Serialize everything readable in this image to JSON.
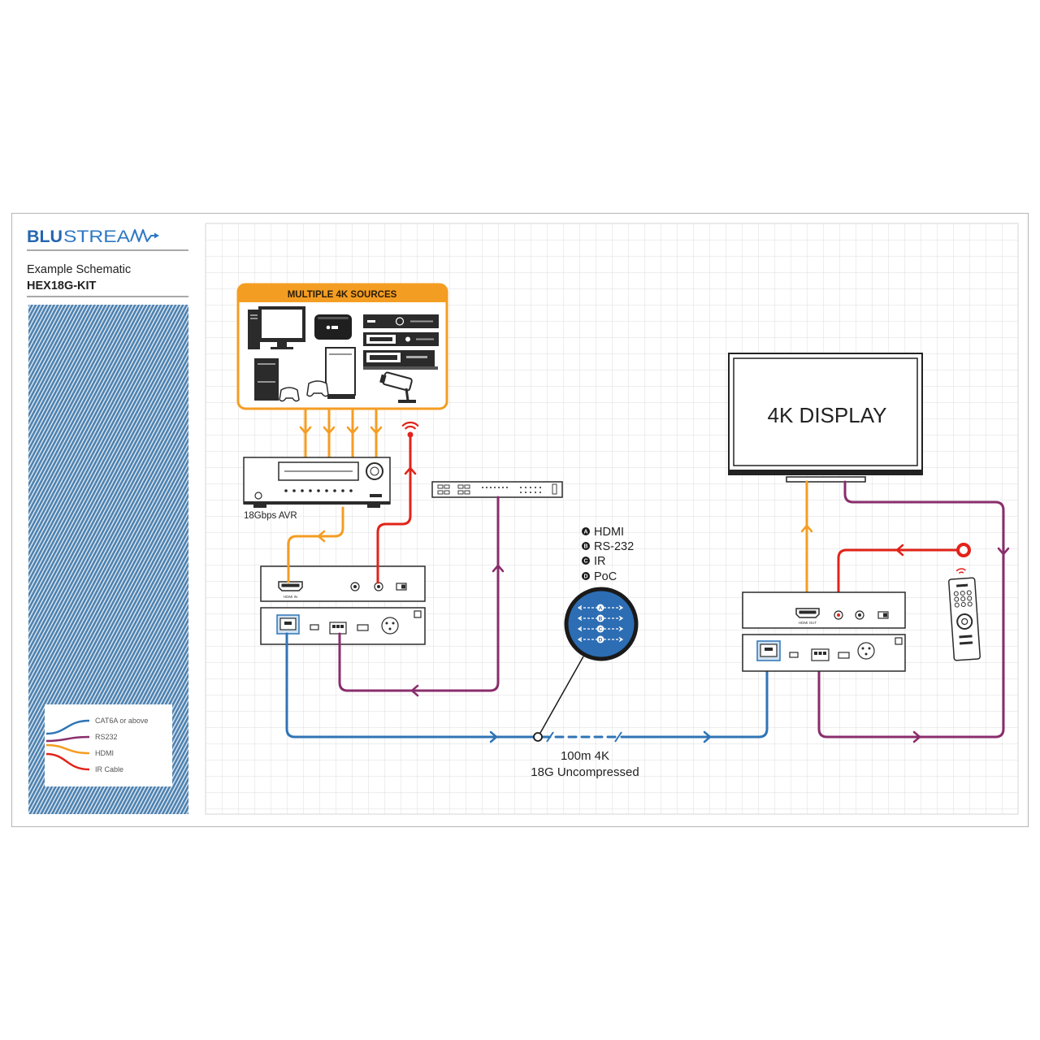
{
  "logo": {
    "name": "BLUSTREAM",
    "bold": "BLU",
    "light": "STREA"
  },
  "header": {
    "title": "Example Schematic",
    "model": "HEX18G-KIT"
  },
  "legend": {
    "items": [
      {
        "label": "CAT6A or above",
        "color": "#2f74b5"
      },
      {
        "label": "RS232",
        "color": "#8a2d6c"
      },
      {
        "label": "HDMI",
        "color": "#f49d23"
      },
      {
        "label": "IR Cable",
        "color": "#e2231a"
      }
    ]
  },
  "sources": {
    "title": "MULTIPLE 4K SOURCES",
    "icons": [
      "pc-icon",
      "media-streamer-icon",
      "blu-ray-player-icon",
      "blu-ray-player-icon",
      "set-top-box-icon",
      "games-console-icon",
      "games-console-icon",
      "cctv-camera-icon"
    ]
  },
  "avr": {
    "label": "18Gbps AVR"
  },
  "display": {
    "label": "4K DISPLAY"
  },
  "cable_key": {
    "items": [
      {
        "letter": "A",
        "label": "HDMI"
      },
      {
        "letter": "B",
        "label": "RS-232"
      },
      {
        "letter": "C",
        "label": "IR"
      },
      {
        "letter": "D",
        "label": "PoC"
      }
    ]
  },
  "link": {
    "distance": "100m 4K",
    "spec": "18G Uncompressed"
  },
  "transmitter": {
    "hdmi_port": "HDMI IN"
  },
  "receiver": {
    "hdmi_port": "HDMI OUT"
  },
  "colors": {
    "cat6a": "#2f74b5",
    "rs232": "#8a2d6c",
    "hdmi": "#f49d23",
    "ir": "#e2231a",
    "brand": "#2566b0"
  }
}
